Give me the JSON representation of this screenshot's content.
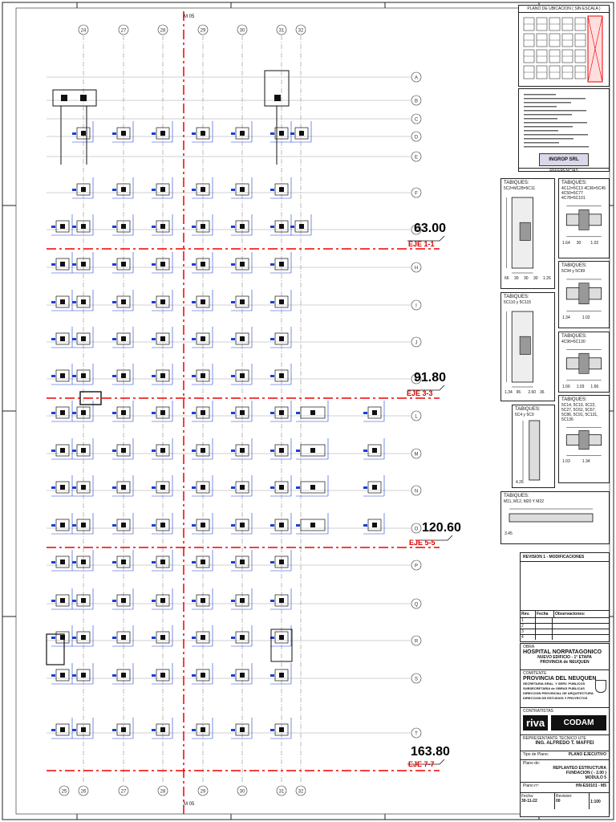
{
  "plan": {
    "module_top": "M 05",
    "module_bottom": "M 05",
    "columns": [
      "24",
      "27",
      "28",
      "29",
      "30",
      "31",
      "32"
    ],
    "columns_bottom": [
      "25",
      "26",
      "27",
      "28",
      "29",
      "30",
      "31",
      "32"
    ],
    "rows": [
      "A",
      "B",
      "C",
      "D",
      "E",
      "F",
      "G",
      "H",
      "I",
      "J",
      "K",
      "L",
      "M",
      "N",
      "O",
      "P",
      "Q",
      "R",
      "S",
      "T"
    ],
    "levels": [
      {
        "value": "63.00",
        "eje": "EJE 1-1"
      },
      {
        "value": "91.80",
        "eje": "EJE 3-3"
      },
      {
        "value": "120.60",
        "eje": "EJE 5-5"
      },
      {
        "value": "163.80",
        "eje": "EJE 7-7"
      }
    ]
  },
  "location": {
    "title": "PLANO DE UBICACION ( SIN ESCALA )"
  },
  "notes": {
    "heading": "REFERENCIAS",
    "badge": "INGROP SRL"
  },
  "details": [
    {
      "title": "TABIQUES:",
      "body": "5C2=M128=5C11",
      "dims": [
        "66",
        "30",
        "30",
        "30",
        "1.26"
      ]
    },
    {
      "title": "TABIQUES:",
      "body": "4C12=5C13 4C36=5C45 4C50=5C77 4C78=5C101",
      "dims": [
        "1.64",
        "30",
        "1.02"
      ]
    },
    {
      "title": "TABIQUES:",
      "body": "5C94 y 5C99",
      "dims": [
        "1.34",
        "1.02"
      ]
    },
    {
      "title": "TABIQUES:",
      "body": "5C110 y 5C115",
      "dims": [
        "1.34",
        "96",
        "2.60",
        "36"
      ]
    },
    {
      "title": "TABIQUES:",
      "body": "4C96=5C130",
      "dims": [
        "1.66",
        "1.03",
        "1.66"
      ]
    },
    {
      "title": "TABIQUES:",
      "body": "5C4 y 5C9",
      "dims": [
        "4.26"
      ]
    },
    {
      "title": "TABIQUES:",
      "body": "5C14, 5C19, 5C22, 5C27, 5C62, 5C67, 5C86, 5C91, 5C131, 5C136",
      "dims": [
        "1.03",
        "1.34"
      ]
    },
    {
      "title": "TABIQUES:",
      "body": "M11, M12, M20 Y M22",
      "dims": [
        "3.45"
      ]
    }
  ],
  "revision": {
    "title": "REVISION 1 - MODIFICACIONES",
    "headers": [
      "Rev.",
      "Fecha",
      "Observaciones:"
    ],
    "rows": [
      "1",
      "2",
      "3",
      "4"
    ]
  },
  "title_block": {
    "obra_label": "OBRA",
    "project": "HOSPITAL NORPATAGONICO",
    "project_sub": "NUEVO EDIFICIO - 1° ETAPA",
    "province_line": "PROVINCIA de NEUQUEN",
    "comitente_label": "COMITENTE",
    "comitente": "PROVINCIA DEL NEUQUEN",
    "secretaria": "SECRETARIA GRAL. Y SERV. PUBLICOS",
    "subsecretaria": "SUBSECRETARIA de OBRAS PUBLICAS",
    "direccion": "DIRECCION PROVINCIAL DE ARQUITECTURA",
    "direccion2": "DIRECCION DE ESTUDIOS Y PROYECTOS",
    "contratistas_label": "CONTRATISTAS",
    "contractor1": "riva",
    "contractor2": "CODAM",
    "rep_label": "REPRESENTANTE TECNICO UTE",
    "rep_name": "ING. ALFREDO T. MAFFEI",
    "tipo_label": "Tipo de Plano:",
    "tipo": "PLANO EJECUTIVO",
    "plano_label": "Plano de:",
    "plano_title": "REPLANTEO ESTRUCTURA",
    "plano_sub": "FUNDACION ( - 2.00 )",
    "plano_mod": "MODULO 5",
    "plano_nro_label": "Plano nº:",
    "plano_nro": "HN-ES0101 - M5",
    "fecha_label": "Fecha:",
    "fecha": "30-11-22",
    "revision_label": "Revision:",
    "revision": "00",
    "escala": "1:100"
  }
}
